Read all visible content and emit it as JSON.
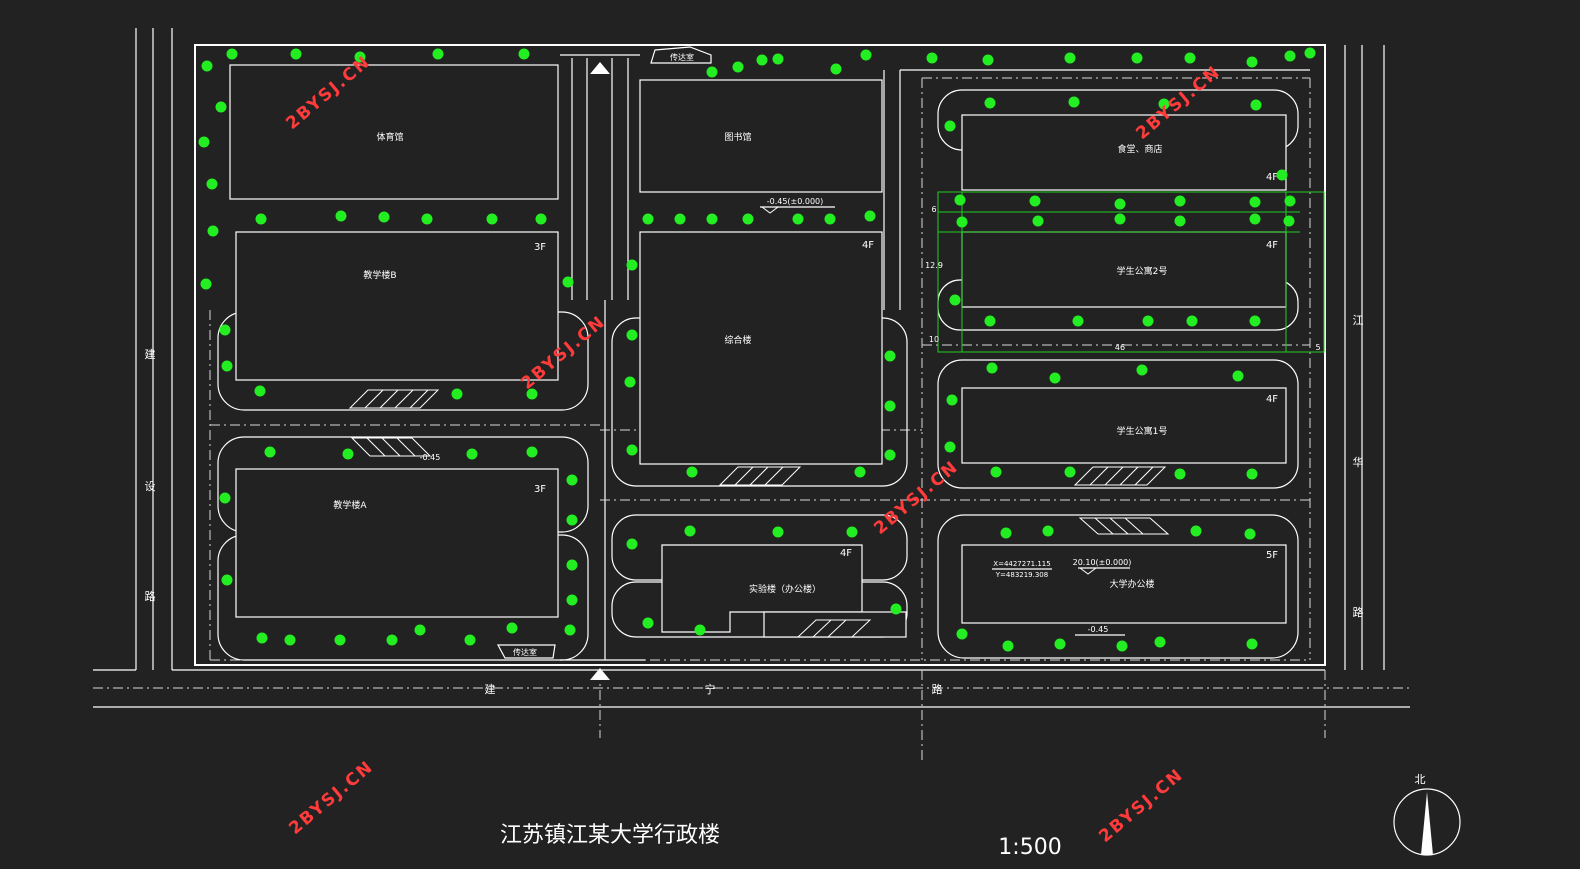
{
  "drawing": {
    "title": "江苏镇江某大学行政楼",
    "scale": "1:500",
    "north_label": "北"
  },
  "watermark": "2BYSJ.CN",
  "roads": {
    "south": [
      "建",
      "宁",
      "路"
    ],
    "west": [
      "建",
      "设",
      "路"
    ],
    "east": [
      "江",
      "华",
      "路"
    ]
  },
  "buildings": [
    {
      "name": "体育馆",
      "floors": ""
    },
    {
      "name": "图书馆",
      "floors": ""
    },
    {
      "name": "教学楼B",
      "floors": "3F"
    },
    {
      "name": "综合楼",
      "floors": "4F"
    },
    {
      "name": "食堂、商店",
      "floors": "4F"
    },
    {
      "name": "学生公寓2号",
      "floors": "4F"
    },
    {
      "name": "学生公寓1号",
      "floors": "4F"
    },
    {
      "name": "教学楼A",
      "floors": "3F"
    },
    {
      "name": "实验楼（办公楼）",
      "floors": "4F"
    },
    {
      "name": "大学办公楼",
      "floors": "5F"
    }
  ],
  "gates": {
    "north": "传达室",
    "south": "传达室"
  },
  "annotations": {
    "elev_main": "-0.45(±0.000)",
    "elev_bike": "-0.45",
    "elev_office": "20.10(±0.000)",
    "elev_office_low": "-0.45",
    "coord_x": "X=4427271.115",
    "coord_y": "Y=483219.308",
    "dim_top": "6",
    "dim_mid": "12.9",
    "dim_low": "10",
    "dim_len": "46",
    "dim_side": "5"
  },
  "colors": {
    "background": "#222222",
    "lines": "#ffffff",
    "trees": "#22ee22",
    "watermark": "#ff3b3b"
  }
}
